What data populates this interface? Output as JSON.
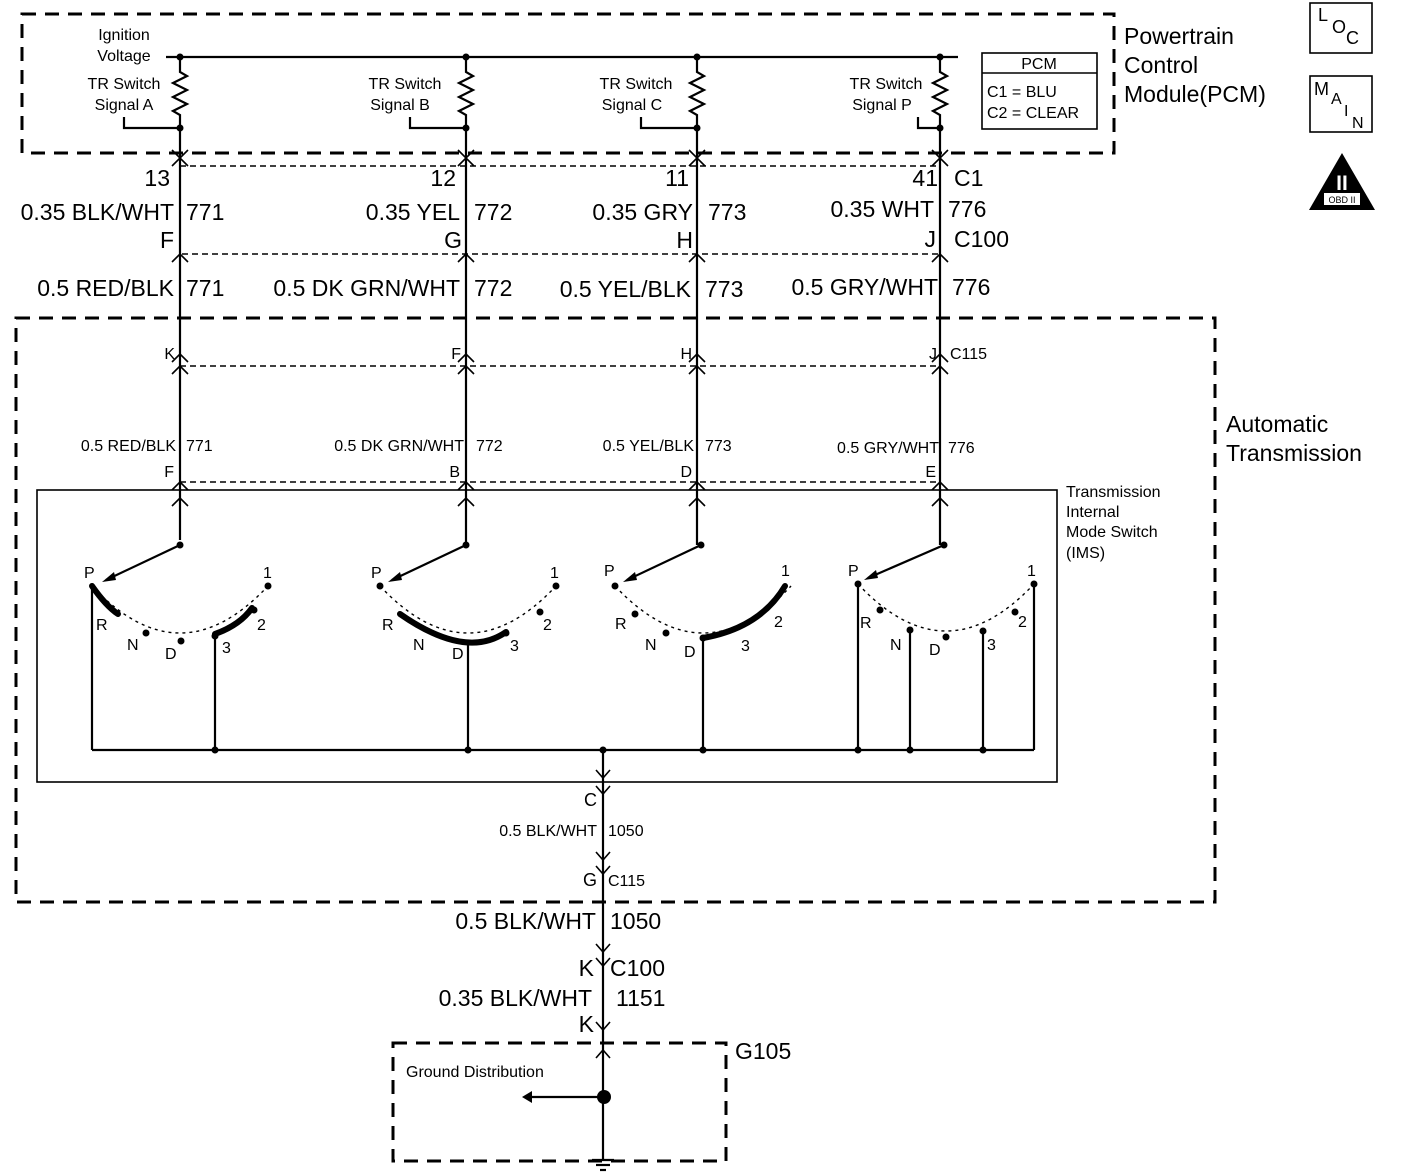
{
  "pcm": {
    "title_lines": [
      "Powertrain",
      "Control",
      "Module(PCM)"
    ],
    "ignition_lines": [
      "Ignition",
      "Voltage"
    ],
    "box_title": "PCM",
    "box_lines": [
      "C1 = BLU",
      "C2 = CLEAR"
    ],
    "signals": [
      {
        "line1": "TR Switch",
        "line2": "Signal A"
      },
      {
        "line1": "TR Switch",
        "line2": "Signal B"
      },
      {
        "line1": "TR Switch",
        "line2": "Signal C"
      },
      {
        "line1": "TR Switch",
        "line2": "Signal P"
      }
    ]
  },
  "badges": {
    "loc": [
      "L",
      "O",
      "C"
    ],
    "main": [
      "M",
      "A",
      "I",
      "N"
    ],
    "obd": {
      "big": "II",
      "small": "OBD II"
    }
  },
  "circuits": [
    {
      "pcm_pin": "13",
      "wire1": "0.35 BLK/WHT",
      "ckt": "771",
      "c100": "F",
      "wire2": "0.5 RED/BLK",
      "c115_top": "K",
      "wire3": "0.5 RED/BLK",
      "bottom_pin": "F"
    },
    {
      "pcm_pin": "12",
      "wire1": "0.35 YEL",
      "ckt": "772",
      "c100": "G",
      "wire2": "0.5 DK GRN/WHT",
      "c115_top": "F",
      "wire3": "0.5 DK GRN/WHT",
      "bottom_pin": "B"
    },
    {
      "pcm_pin": "11",
      "wire1": "0.35 GRY",
      "ckt": "773",
      "c100": "H",
      "wire2": "0.5 YEL/BLK",
      "c115_top": "H",
      "wire3": "0.5 YEL/BLK",
      "bottom_pin": "D"
    },
    {
      "pcm_pin": "41",
      "wire1": "0.35 WHT",
      "ckt": "776",
      "c100": "J",
      "wire2": "0.5 GRY/WHT",
      "c115_top": "J",
      "wire3": "0.5 GRY/WHT",
      "bottom_pin": "E"
    }
  ],
  "connectors": {
    "c1": "C1",
    "c100": "C100",
    "c115": "C115"
  },
  "transmission": {
    "title_lines": [
      "Automatic",
      "Transmission"
    ],
    "ims_lines": [
      "Transmission",
      "Internal",
      "Mode Switch",
      "(IMS)"
    ]
  },
  "positions": {
    "p": "P",
    "r": "R",
    "n": "N",
    "d": "D",
    "three": "3",
    "two": "2",
    "one": "1"
  },
  "ground": {
    "ims_pin": "C",
    "wire1": "0.5 BLK/WHT",
    "ckt1": "1050",
    "c115_pin": "G",
    "c115": "C115",
    "wire2": "0.5 BLK/WHT",
    "ckt2": "1050",
    "c100_pin": "K",
    "c100": "C100",
    "wire3": "0.35 BLK/WHT",
    "ckt3": "1151",
    "g_pin": "K",
    "label": "Ground Distribution",
    "g_id": "G105"
  }
}
